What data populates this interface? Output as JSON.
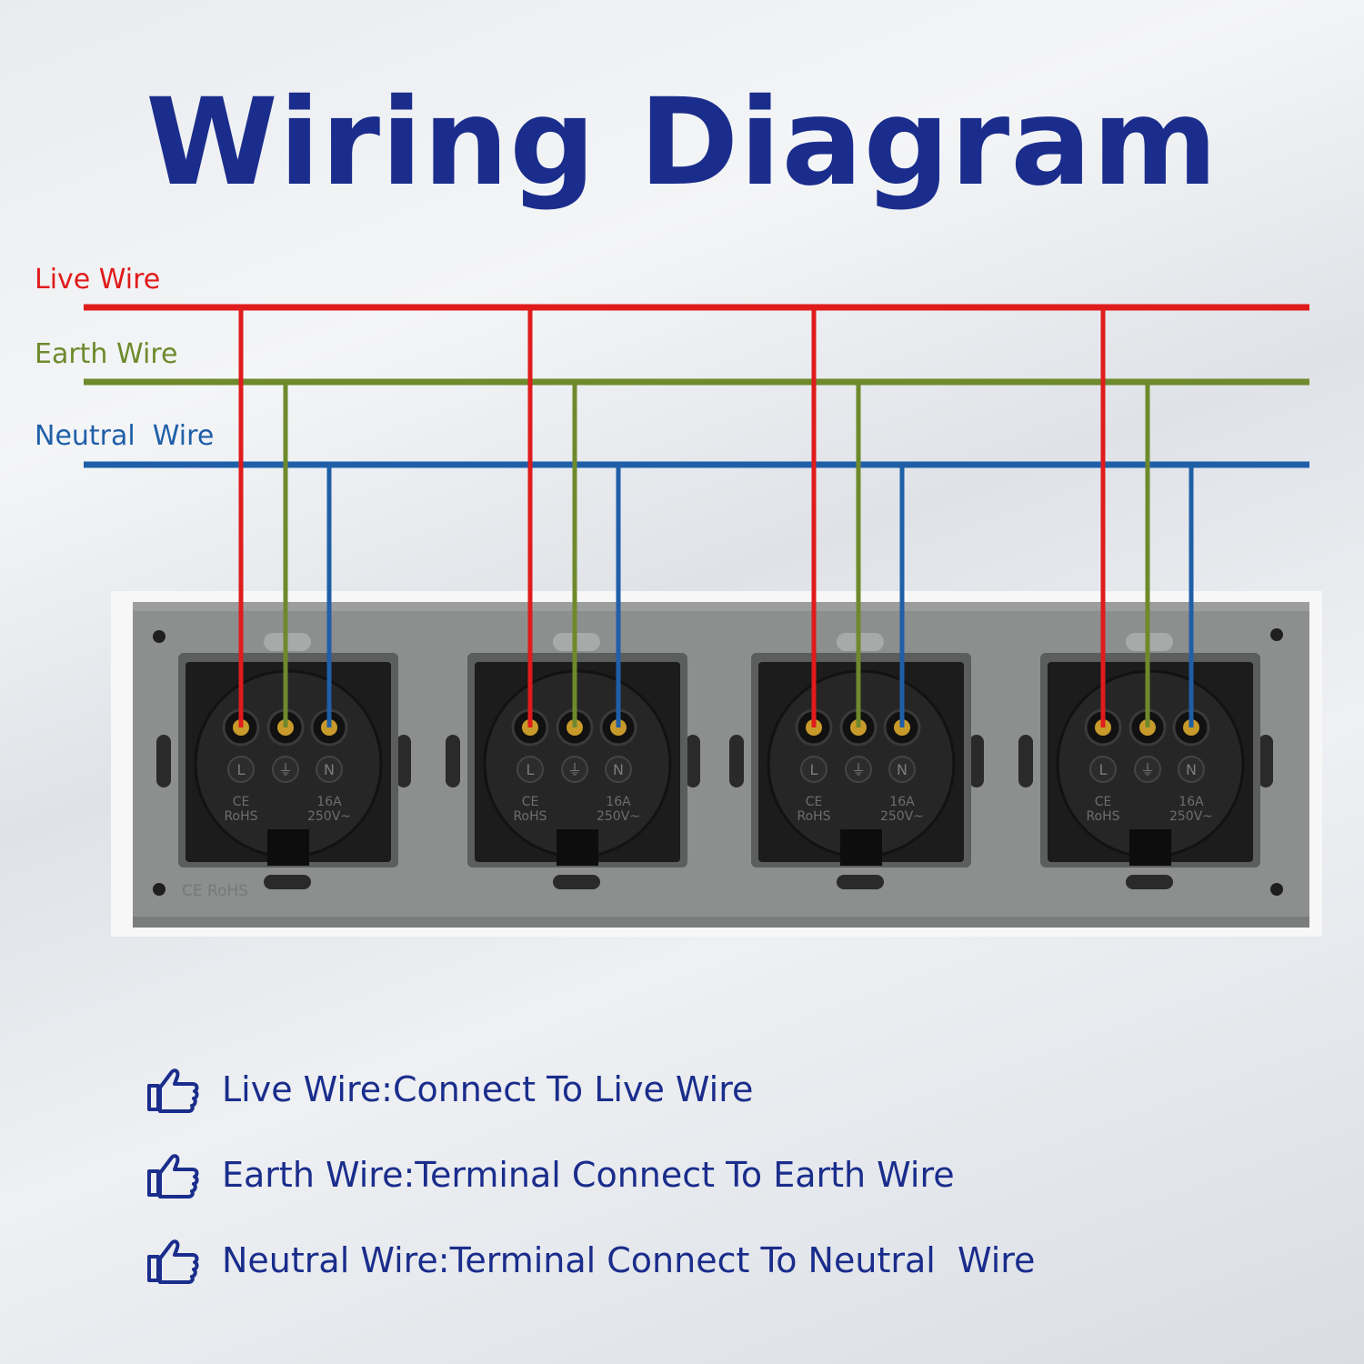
{
  "title": "Wiring Diagram",
  "wires": {
    "live": {
      "label": "Live Wire",
      "color": "#e01b1b"
    },
    "earth": {
      "label": "Earth Wire",
      "color": "#6e8a2c"
    },
    "neutral": {
      "label": "Neutral  Wire",
      "color": "#1f5fa8"
    }
  },
  "socket": {
    "terminals": [
      "L",
      "⏚",
      "N"
    ],
    "marks_left": [
      "CE",
      "RoHS"
    ],
    "marks_right": [
      "16A",
      "250V~"
    ],
    "count": 4
  },
  "plate_marks": "CE RoHS",
  "notes": [
    {
      "icon": "thumbs-up-hand-icon",
      "text": "Live Wire:Connect To Live Wire"
    },
    {
      "icon": "thumbs-up-hand-icon",
      "text": "Earth Wire:Terminal Connect To Earth Wire"
    },
    {
      "icon": "thumbs-up-hand-icon",
      "text": "Neutral Wire:Terminal Connect To Neutral  Wire"
    }
  ]
}
